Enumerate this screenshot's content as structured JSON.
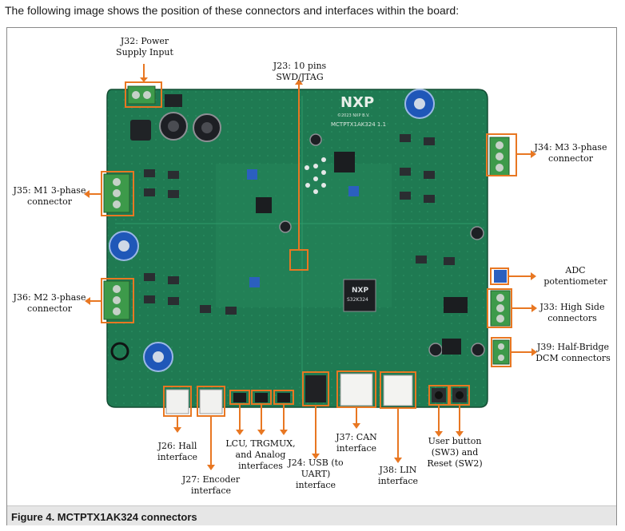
{
  "intro": "The following image shows the position of these connectors and interfaces within the board:",
  "figure": {
    "caption": "Figure 4.  MCTPTX1AK324 connectors",
    "board_text": {
      "logo": "NXP",
      "copyright": "©2023 NXP B.V.",
      "model": "MCTPTX1AK324 1.1",
      "mcu_logo": "NXP",
      "mcu_part": "S32K324"
    },
    "labels": {
      "j32": [
        "J32: Power",
        "Supply Input"
      ],
      "j23": [
        "J23: 10 pins",
        "SWD/JTAG"
      ],
      "j34": [
        "J34: M3 3-phase",
        "connector"
      ],
      "j35": [
        "J35: M1 3-phase",
        "connector"
      ],
      "adc": [
        "ADC",
        "potentiometer"
      ],
      "j36": [
        "J36: M2 3-phase",
        "connector"
      ],
      "j33": [
        "J33: High Side",
        "connectors"
      ],
      "j39": [
        "J39: Half-Bridge",
        "DCM connectors"
      ],
      "j26": [
        "J26: Hall",
        "interface"
      ],
      "lcu": [
        "LCU, TRGMUX,",
        "and Analog",
        "interfaces"
      ],
      "j37": [
        "J37: CAN",
        "interface"
      ],
      "user": [
        "User button",
        "(SW3) and",
        "Reset (SW2)"
      ],
      "j24": [
        "J24: USB (to",
        "UART)",
        "interface"
      ],
      "j38": [
        "J38: LIN",
        "interface"
      ],
      "j27": [
        "J27: Encoder",
        "interface"
      ]
    },
    "colors": {
      "board": "#1f7a52",
      "board_dark": "#175f40",
      "callout": "#e87722",
      "connector": "#3d9a4a"
    }
  }
}
